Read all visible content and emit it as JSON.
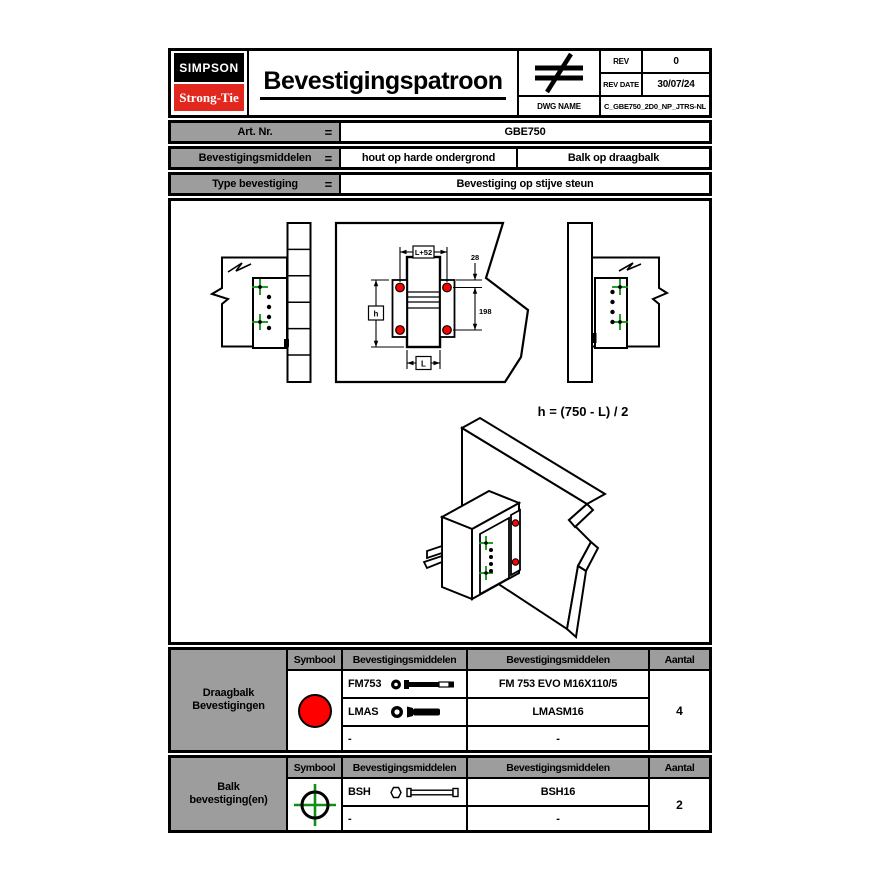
{
  "header": {
    "logo_line1": "SIMPSON",
    "logo_line2": "Strong-Tie",
    "title": "Bevestigingspatroon",
    "rev_label": "REV",
    "rev_value": "0",
    "rev_date_label": "REV DATE",
    "rev_date_value": "30/07/24",
    "dwg_name_label": "DWG NAME",
    "dwg_name_value": "C_GBE750_2D0_NP_JTRS-NL"
  },
  "info": {
    "equals": "=",
    "rows": [
      {
        "label": "Art. Nr.",
        "values": [
          "GBE750"
        ]
      },
      {
        "label": "Bevestigingsmiddelen",
        "values": [
          "hout op harde ondergrond",
          "Balk op draagbalk"
        ]
      },
      {
        "label": "Type bevestiging",
        "values": [
          "Bevestiging op stijve steun"
        ]
      }
    ]
  },
  "drawing": {
    "dim_width": "L+52",
    "dim_edge": "28",
    "dim_spacing": "198",
    "dim_h": "h",
    "dim_L": "L",
    "formula": "h = (750 - L) / 2"
  },
  "tables": [
    {
      "group": "Draagbalk\nBevestigingen",
      "group_line1": "Draagbalk",
      "group_line2": "Bevestigingen",
      "symbol": "red-circle",
      "headers": [
        "Symbool",
        "Bevestigingsmiddelen",
        "Bevestigingsmiddelen",
        "Aantal"
      ],
      "rows": [
        {
          "code": "FM753",
          "icon": "fm753-washer-bolt",
          "product": "FM 753 EVO M16X110/5"
        },
        {
          "code": "LMAS",
          "icon": "lmas-washer-bolt",
          "product": "LMASM16"
        },
        {
          "code": "-",
          "icon": "none",
          "product": "-"
        }
      ],
      "aantal": "4"
    },
    {
      "group": "Balk\nbevestiging(en)",
      "group_line1": "Balk",
      "group_line2": "bevestiging(en)",
      "symbol": "green-crosshair",
      "headers": [
        "Symbool",
        "Bevestigingsmiddelen",
        "Bevestigingsmiddelen",
        "Aantal"
      ],
      "rows": [
        {
          "code": "BSH",
          "icon": "bsh-hex-rod",
          "product": "BSH16"
        },
        {
          "code": "-",
          "icon": "none",
          "product": "-"
        }
      ],
      "aantal": "2"
    }
  ],
  "colors": {
    "accent_red": "#ff0000",
    "accent_green": "#109010",
    "cell_gray": "#9d9d9d",
    "logo_red": "#e2281e"
  }
}
